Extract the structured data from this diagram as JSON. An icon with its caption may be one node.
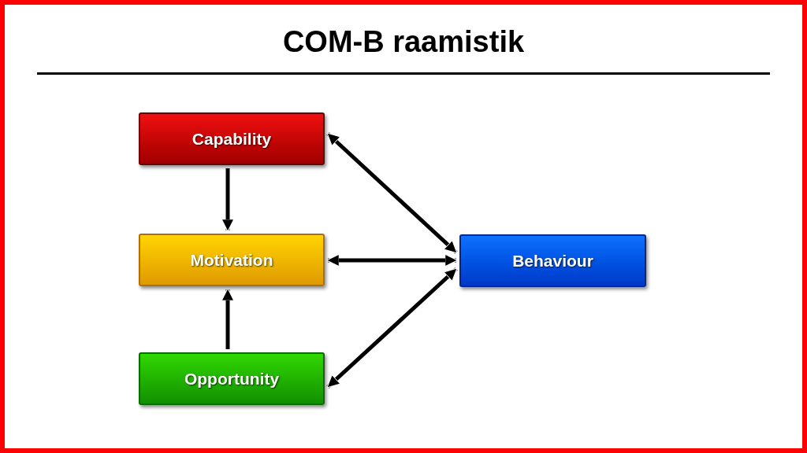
{
  "diagram": {
    "title": "COM-B raamistik",
    "nodes": [
      {
        "text": [
          "Capability"
        ]
      },
      {
        "text": [
          "Motivation"
        ]
      },
      {
        "text": [
          "Opportunity"
        ]
      },
      {
        "text": [
          "Behaviour"
        ]
      }
    ],
    "edges": [
      {
        "from": 0,
        "to": 1,
        "arrow": "to"
      },
      {
        "from": 2,
        "to": 1,
        "arrow": "to"
      },
      {
        "from": 0,
        "to": 3,
        "arrow": "both"
      },
      {
        "from": 1,
        "to": 3,
        "arrow": "both"
      },
      {
        "from": 2,
        "to": 3,
        "arrow": "both"
      }
    ]
  }
}
